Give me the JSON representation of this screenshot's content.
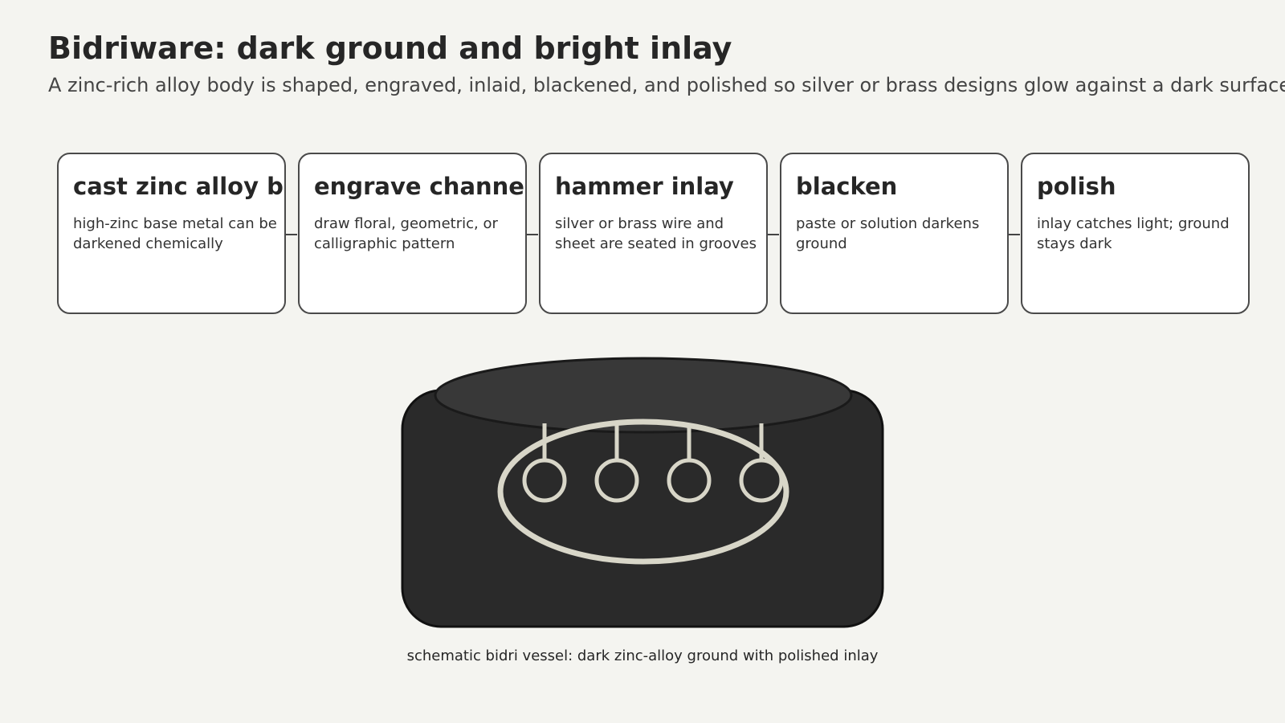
{
  "title": "Bidriware: dark ground and bright inlay",
  "subtitle": "A zinc-rich alloy body is shaped, engraved, inlaid, blackened, and polished so silver or brass designs glow against a dark surface.",
  "steps": [
    {
      "title": "cast zinc alloy body",
      "description": "high-zinc base metal can be\ndarkened chemically"
    },
    {
      "title": "engrave channels",
      "description": "draw floral, geometric, or\ncalligraphic pattern"
    },
    {
      "title": "hammer inlay",
      "description": "silver or brass wire and\nsheet are seated in grooves"
    },
    {
      "title": "blacken",
      "description": "paste or solution darkens\nground"
    },
    {
      "title": "polish",
      "description": "inlay catches light; ground\nstays dark"
    }
  ],
  "caption": "schematic bidri vessel: dark zinc-alloy ground with polished inlay",
  "colors": {
    "background": "#f4f4f0",
    "vessel_body": "#2a2a2a",
    "vessel_mouth": "#383838",
    "inlay": "#d8d6c8"
  }
}
